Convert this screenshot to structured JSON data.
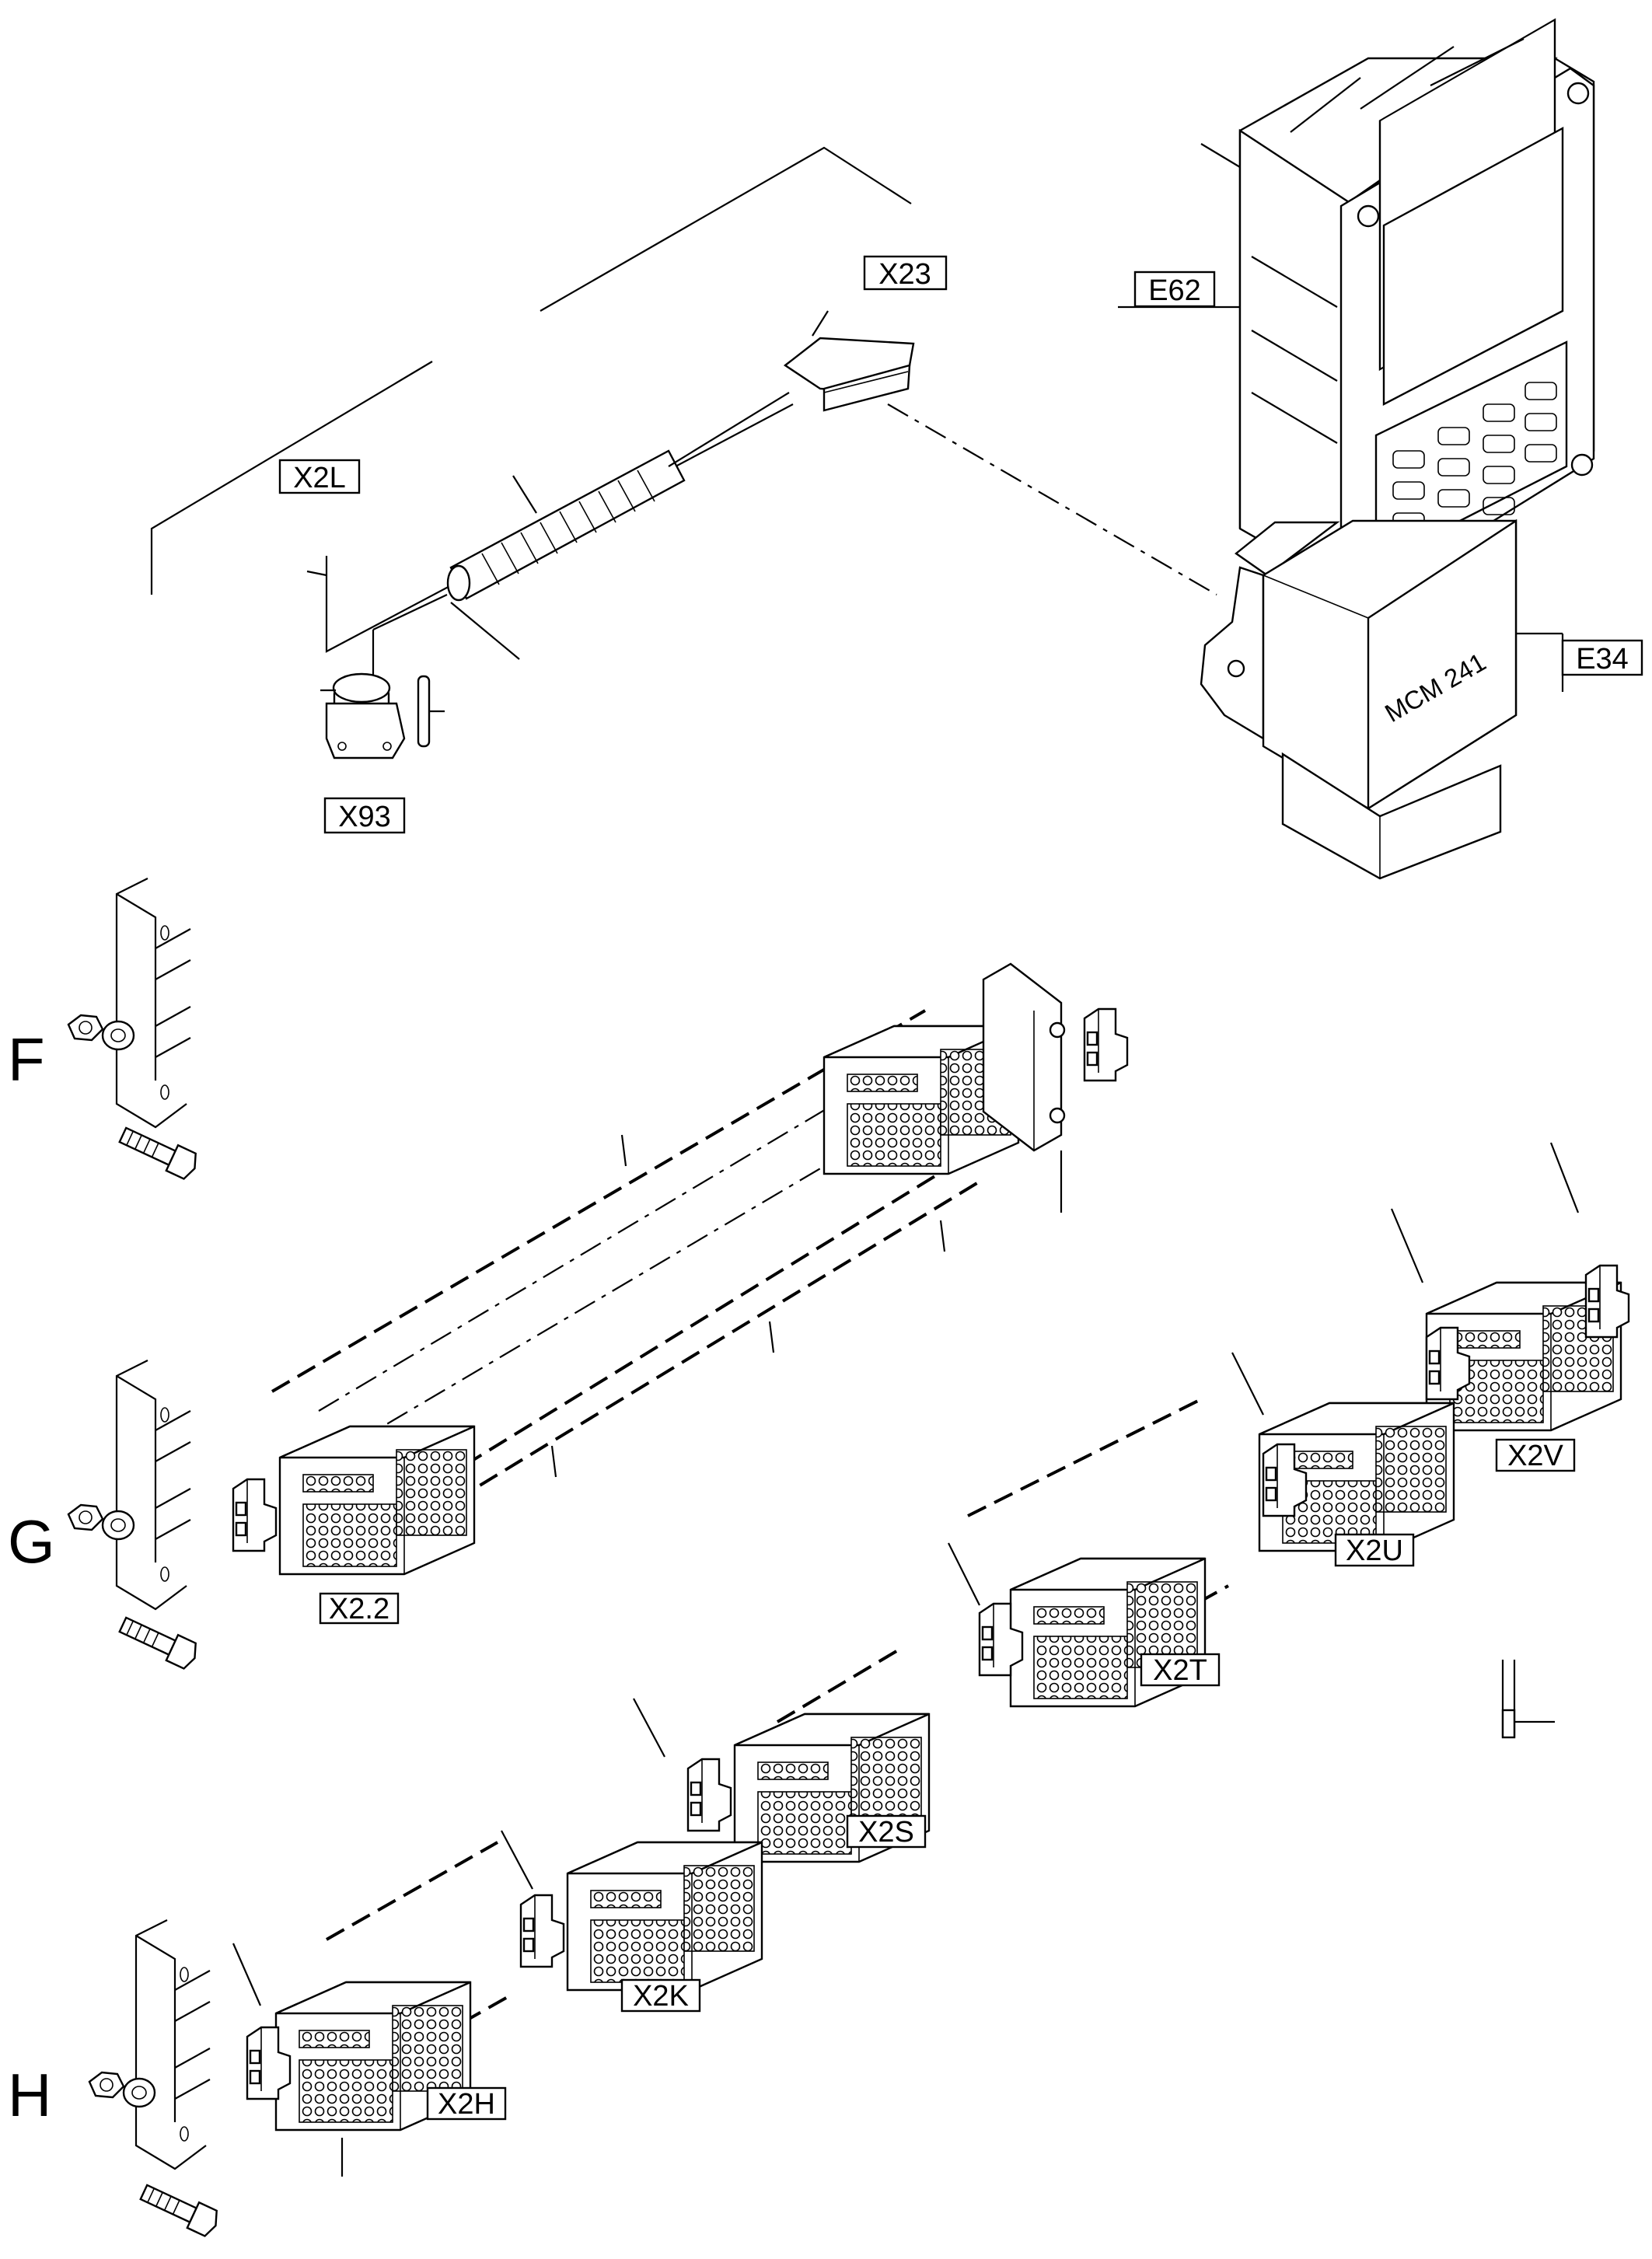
{
  "labels": {
    "x23": "X23",
    "x2l": "X2L",
    "x93": "X93",
    "e62": "E62",
    "e34": "E34",
    "mcm": "MCM 241",
    "x2_2": "X2.2",
    "x2v": "X2V",
    "x2u": "X2U",
    "x2t": "X2T",
    "x2s": "X2S",
    "x2k": "X2K",
    "x2h": "X2H"
  },
  "sections": {
    "f": "F",
    "g": "G",
    "h": "H"
  }
}
